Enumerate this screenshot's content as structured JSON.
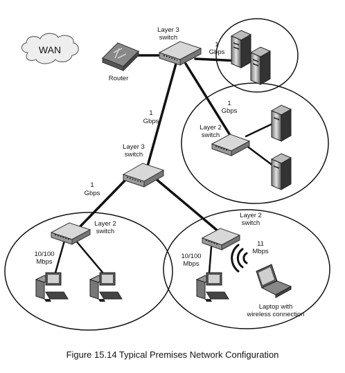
{
  "figure": {
    "caption": "Figure 15.14  Typical Premises Network Configuration",
    "labels": {
      "wan": "WAN",
      "router": "Router",
      "core_switch_l1": "Layer 3",
      "core_switch_l2": "switch",
      "link_servers_top_l1": "1",
      "link_servers_top_l2": "Gbps",
      "link_core_down_l1": "1",
      "link_core_down_l2": "Gbps",
      "link_right_l1": "1",
      "link_right_l2": "Gbps",
      "right_switch_l1": "Layer 2",
      "right_switch_l2": "switch",
      "mid_switch_l1": "Layer 3",
      "mid_switch_l2": "switch",
      "link_mid_down_l1": "1",
      "link_mid_down_l2": "Gbps",
      "left_switch_l1": "Layer 2",
      "left_switch_l2": "switch",
      "left_speed_l1": "10/100",
      "left_speed_l2": "Mbps",
      "br_switch_l1": "Layer 2",
      "br_switch_l2": "switch",
      "br_speed_l1": "10/100",
      "br_speed_l2": "Mbps",
      "wifi_l1": "11",
      "wifi_l2": "Mbps",
      "laptop_l1": "Laptop with",
      "laptop_l2": "wireless connection"
    }
  }
}
